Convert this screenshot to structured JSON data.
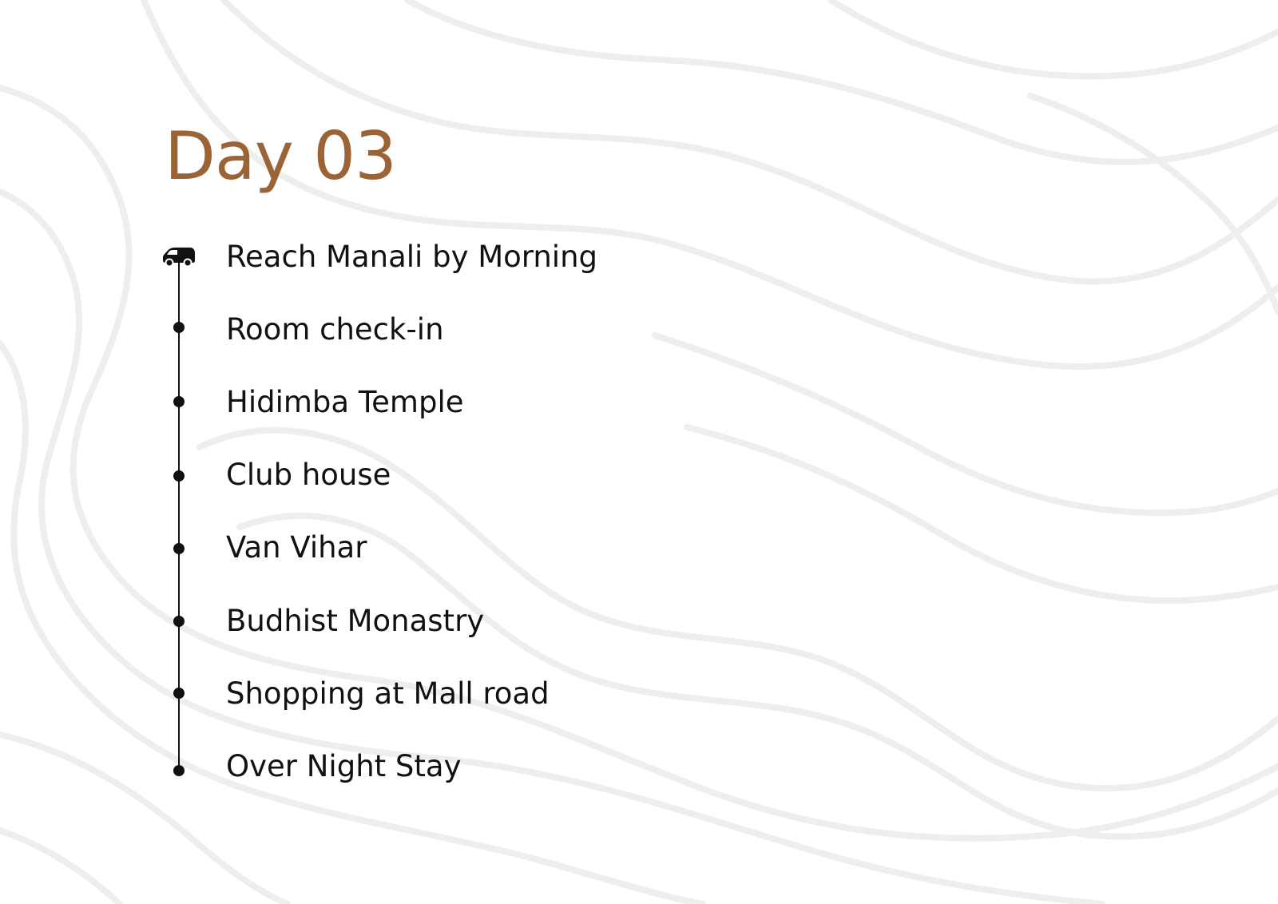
{
  "page": {
    "title": "Day 03",
    "title_color": "#9a6437",
    "text_color": "#111111",
    "background_color": "#ffffff",
    "pattern_color": "#eeeeec"
  },
  "timeline": {
    "start_icon": "van-icon",
    "items": [
      {
        "label": "Reach Manali by Morning",
        "marker": "van-icon"
      },
      {
        "label": "Room check-in",
        "marker": "dot"
      },
      {
        "label": "Hidimba Temple",
        "marker": "dot"
      },
      {
        "label": "Club house",
        "marker": "dot"
      },
      {
        "label": "Van Vihar",
        "marker": "dot"
      },
      {
        "label": "Budhist Monastry",
        "marker": "dot"
      },
      {
        "label": "Shopping at Mall road",
        "marker": "dot"
      },
      {
        "label": "Over Night Stay",
        "marker": "dot"
      }
    ]
  }
}
